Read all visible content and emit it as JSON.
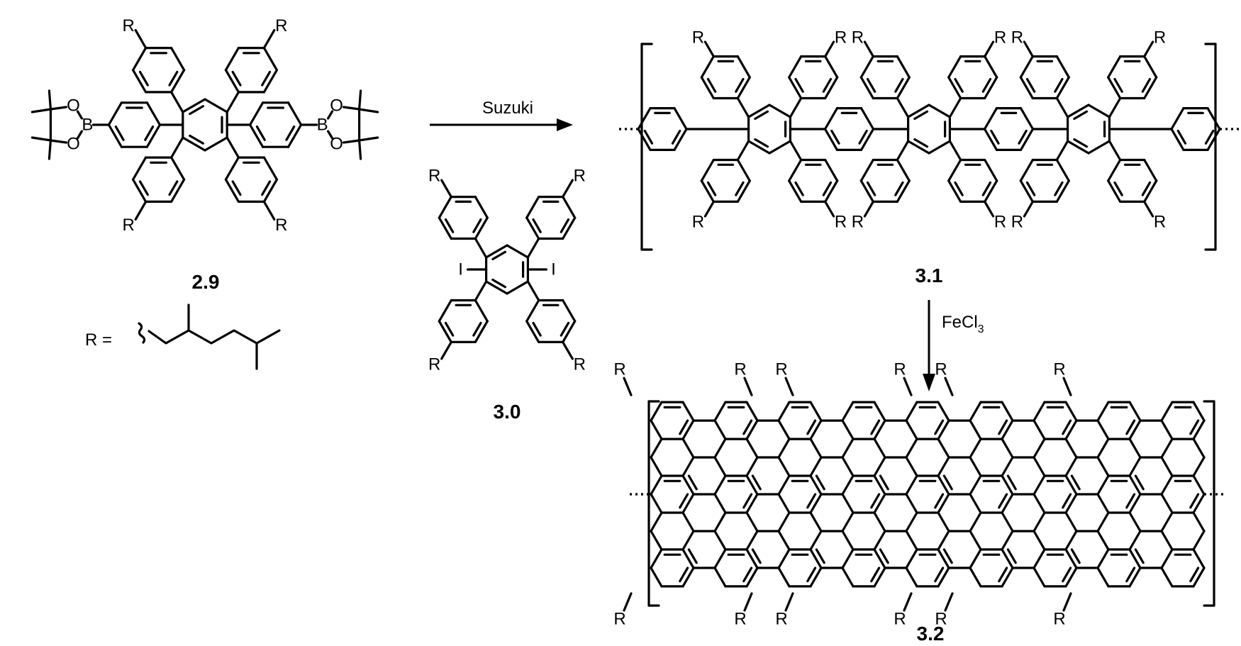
{
  "scheme": {
    "compounds": {
      "boronate_monomer": "2.9",
      "diiodo_monomer": "3.0",
      "polyphenylene": "3.1",
      "nanoribbon": "3.2"
    },
    "substituent": {
      "symbol": "R",
      "definition_prefix": "R ="
    },
    "atoms": {
      "boron": "B",
      "oxygen": "O",
      "iodine": "I"
    },
    "reactions": {
      "step1": "Suzuki",
      "step2_reagent": "FeCl",
      "step2_subscript": "3"
    }
  }
}
